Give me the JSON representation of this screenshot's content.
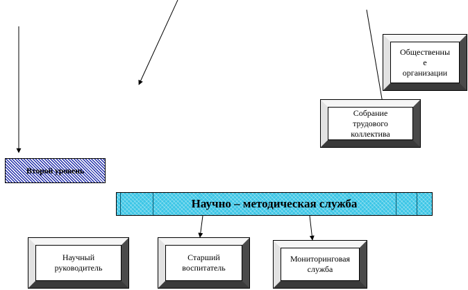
{
  "diagram": {
    "top_right_boxes": [
      {
        "id": "public_orgs",
        "label": "Общественны\nе\nорганизации"
      },
      {
        "id": "staff_meeting",
        "label": "Собрание\nтрудового\nколлектива"
      }
    ],
    "second_level_label": "Второй уровень",
    "service_banner_label": "Научно – методическая служба",
    "bottom_boxes": [
      {
        "id": "scientific_supervisor",
        "label": "Научный\nруководитель"
      },
      {
        "id": "senior_educator",
        "label": "Старший\nвоспитатель"
      },
      {
        "id": "monitoring_service",
        "label": "Мониторинговая\nслужба"
      }
    ],
    "colors": {
      "banner_fill": "#3cc6e6",
      "hatch": "#1e2aa8",
      "line": "#000000"
    }
  }
}
